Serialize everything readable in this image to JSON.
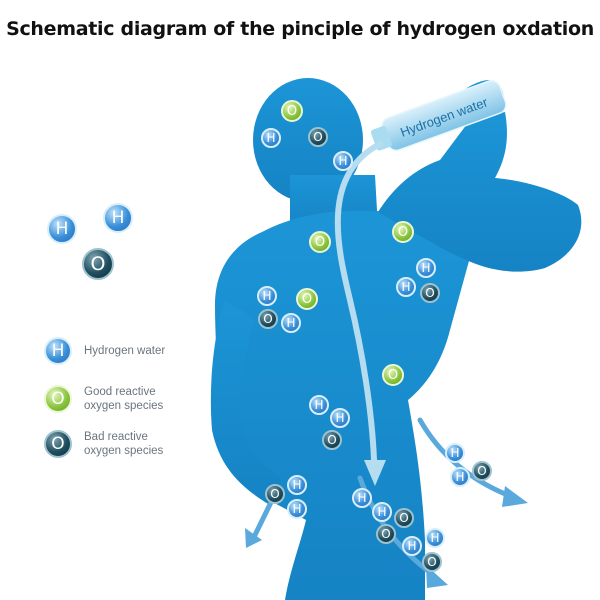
{
  "title": "Schematic diagram of the pinciple of hydrogen oxdation",
  "bottle_label": "Hydrogen water",
  "colors": {
    "body": "#1a8fd0",
    "hydrogen": "#3a8fd8",
    "good_oxygen": "#8cc63f",
    "bad_oxygen": "#1f4e5e",
    "arrow": "#b5dcef"
  },
  "molecule_letters": {
    "hydrogen": "H",
    "oxygen": "O"
  },
  "legend": [
    {
      "kind": "hydrogen",
      "letter": "H",
      "label_lines": [
        "Hydrogen water"
      ]
    },
    {
      "kind": "good_oxygen",
      "letter": "O",
      "label_lines": [
        "Good reactive",
        "oxygen species"
      ]
    },
    {
      "kind": "bad_oxygen",
      "letter": "O",
      "label_lines": [
        "Bad reactive",
        "oxygen species"
      ]
    }
  ]
}
